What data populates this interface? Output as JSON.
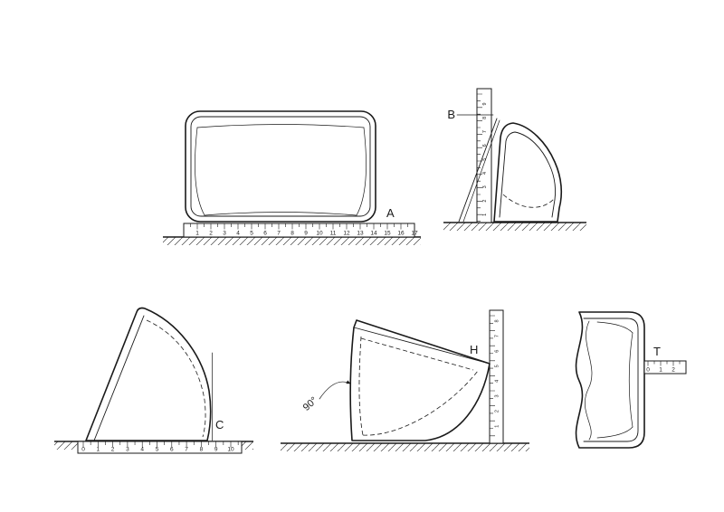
{
  "page": {
    "background": "#ffffff",
    "ink": "#1a1a1a"
  },
  "figures": {
    "a": {
      "label": "A",
      "ruler_numbers": [
        "1",
        "2",
        "3",
        "4",
        "5",
        "6",
        "7",
        "8",
        "9",
        "10",
        "11",
        "12",
        "13",
        "14",
        "15",
        "16",
        "17"
      ]
    },
    "b": {
      "label": "B",
      "ruler_numbers": [
        "9",
        "8",
        "7",
        "6",
        "5",
        "4",
        "3",
        "2",
        "1"
      ]
    },
    "c": {
      "label": "C",
      "ruler_numbers": [
        "0",
        "1",
        "2",
        "3",
        "4",
        "5",
        "6",
        "7",
        "8",
        "9",
        "10"
      ]
    },
    "h": {
      "label": "H",
      "angle_label": "90°",
      "ruler_numbers": [
        "8",
        "7",
        "6",
        "5",
        "4",
        "3",
        "2",
        "1"
      ]
    },
    "t": {
      "label": "T",
      "ruler_numbers": [
        "0",
        "1",
        "2"
      ]
    }
  }
}
